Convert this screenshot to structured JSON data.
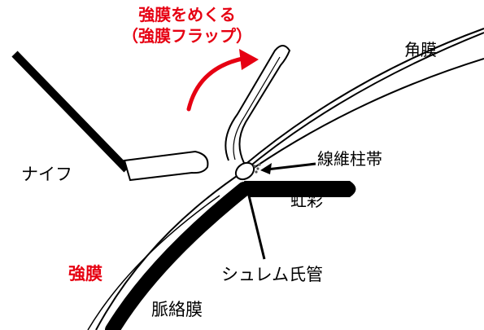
{
  "colors": {
    "accent_red": "#e60012",
    "ink": "#000000",
    "paper": "#ffffff"
  },
  "annotation": {
    "line1": "強膜をめくる",
    "line2": "（強膜フラップ）"
  },
  "labels": {
    "cornea": "角膜",
    "knife": "ナイフ",
    "trabecular_meshwork": "線維柱帯",
    "iris": "虹彩",
    "schlemm_canal": "シュレム氏管",
    "sclera": "強膜",
    "choroid": "脈絡膜"
  },
  "icons": {
    "knife": "knife-icon",
    "curved_arrow": "curved-arrow-icon"
  }
}
